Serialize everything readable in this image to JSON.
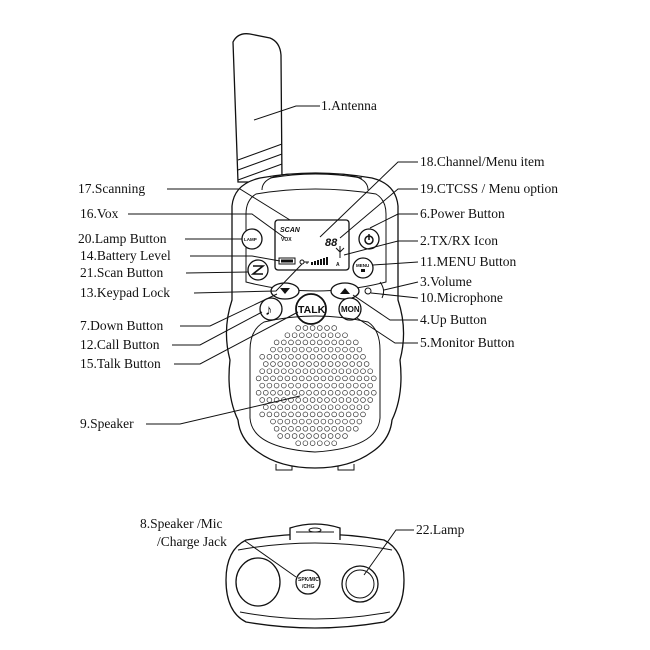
{
  "labels": {
    "antenna": "1.Antenna",
    "channel_menu_item": "18.Channel/Menu item",
    "ctcss_menu_option": "19.CTCSS / Menu option",
    "scanning": "17.Scanning",
    "vox": "16.Vox",
    "power_button": "6.Power Button",
    "lamp_button": "20.Lamp Button",
    "tx_rx_icon": "2.TX/RX Icon",
    "battery_level": "14.Battery Level",
    "menu_button": "11.MENU  Button",
    "scan_button": "21.Scan Button",
    "volume": "3.Volume",
    "keypad_lock": "13.Keypad Lock",
    "microphone": "10.Microphone",
    "down_button": "7.Down Button",
    "up_button": "4.Up Button",
    "call_button": "12.Call Button",
    "monitor_button": "5.Monitor Button",
    "talk_button": "15.Talk Button",
    "speaker": "9.Speaker",
    "speaker_mic_jack_line1": "8.Speaker /Mic",
    "speaker_mic_jack_line2": "/Charge Jack",
    "lamp": "22.Lamp"
  },
  "device": {
    "lcd_scan": "SCAN",
    "lcd_vox": "VOX",
    "lcd_digits": "88",
    "lamp_key": "LAMP",
    "menu_key": "MENU",
    "talk_key": "TALK",
    "mon_key": "MON",
    "jack_label_line1": "SPK/MIC",
    "jack_label_line2": "/CHG"
  }
}
